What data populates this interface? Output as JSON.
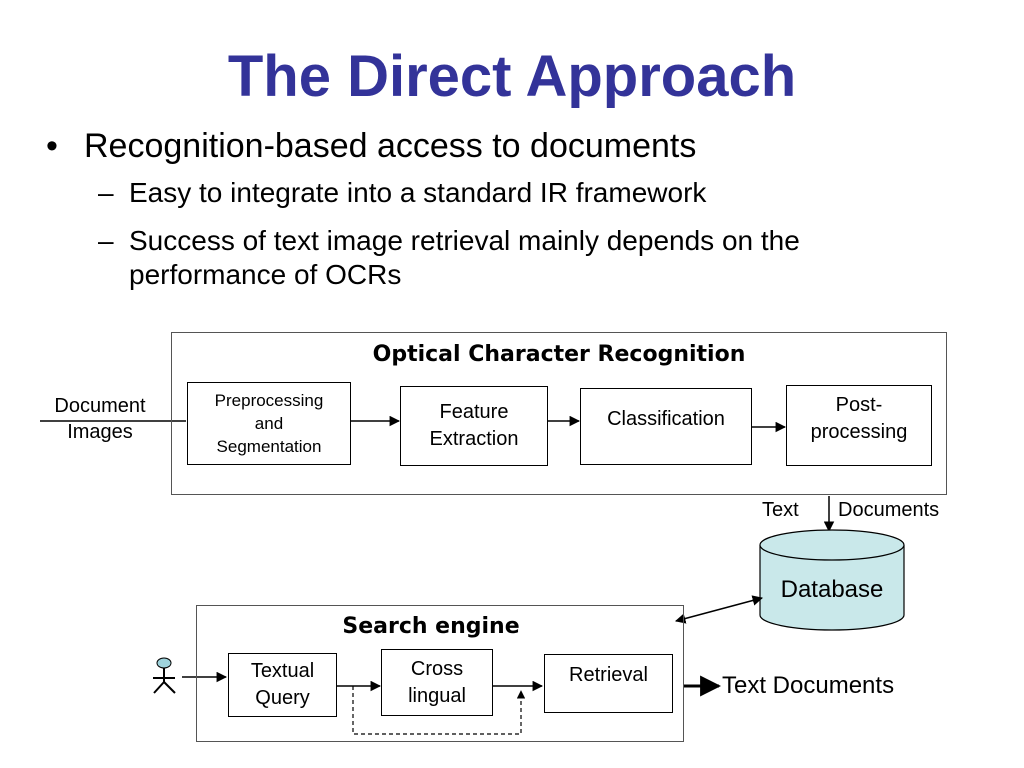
{
  "slide": {
    "title": "The Direct Approach",
    "bullet": "Recognition-based access to documents",
    "sub_bullets": [
      "Easy to integrate into a standard IR framework",
      "Success of text image retrieval mainly depends on the",
      "performance of OCRs"
    ]
  },
  "ocr": {
    "title": "Optical Character Recognition",
    "input": [
      "Document",
      "Images"
    ],
    "steps": [
      "Preprocessing\nand\nSegmentation",
      "Feature\nExtraction",
      "Classification",
      "Post-\nprocessing"
    ],
    "output_left": "Text",
    "output_right": "Documents"
  },
  "database": {
    "label": "Database",
    "color": "#c9e8ea"
  },
  "search": {
    "title": "Search engine",
    "steps": [
      "Textual\nQuery",
      "Cross\nlingual",
      "Retrieval"
    ],
    "output": "Text Documents"
  },
  "colors": {
    "title": "#333399",
    "db_fill": "#c9e8ea",
    "user_head": "#9fd3dc"
  }
}
